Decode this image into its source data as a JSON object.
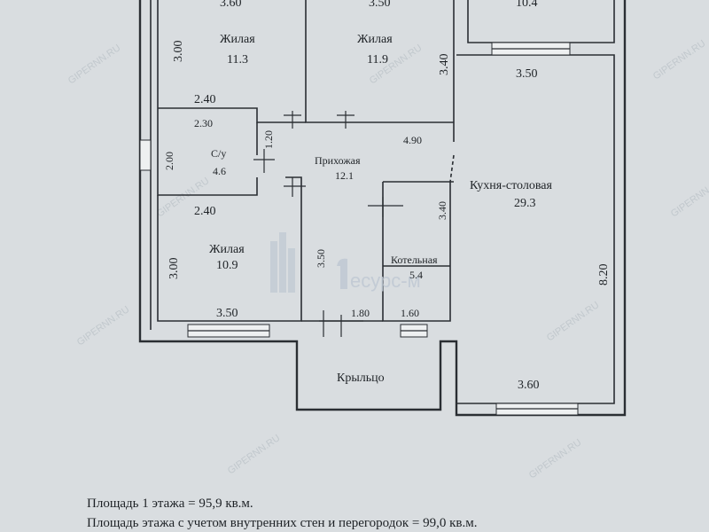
{
  "plan": {
    "rooms": {
      "top_left_area": "3.60",
      "living_1_name": "Жилая",
      "living_1_area": "11.3",
      "living_2_top_dim": "3.50",
      "living_2_name": "Жилая",
      "living_2_area": "11.9",
      "top_right_area": "10.4",
      "bathroom_name": "С/у",
      "bathroom_area": "4.6",
      "hall_name": "Прихожая",
      "hall_area": "12.1",
      "kitchen_name": "Кухня-столовая",
      "kitchen_area": "29.3",
      "living_3_name": "Жилая",
      "living_3_area": "10.9",
      "boiler_name": "Котельная",
      "boiler_area": "5.4",
      "porch_name": "Крыльцо"
    },
    "dimensions": {
      "d_3_00_a": "3.00",
      "d_3_40_a": "3.40",
      "d_3_50_right": "3.50",
      "d_2_40_a": "2.40",
      "d_2_30": "2.30",
      "d_1_20": "1.20",
      "d_4_90": "4.90",
      "d_2_00": "2.00",
      "d_3_40_b": "3.40",
      "d_2_40_b": "2.40",
      "d_3_00_b": "3.00",
      "d_3_50_v": "3.50",
      "d_8_20": "8.20",
      "d_3_50_bottom": "3.50",
      "d_1_80": "1.80",
      "d_1_60": "1.60",
      "d_3_60_bottom": "3.60"
    },
    "watermark": "GIPERNN.RU",
    "logo_text": "есурс-м"
  },
  "footer": {
    "line1": "Площадь 1 этажа = 95,9 кв.м.",
    "line2": "Площадь этажа с учетом внутренних стен и перегородок = 99,0 кв.м."
  },
  "colors": {
    "paper": "#d9dde0",
    "ink": "#2a2e33"
  }
}
